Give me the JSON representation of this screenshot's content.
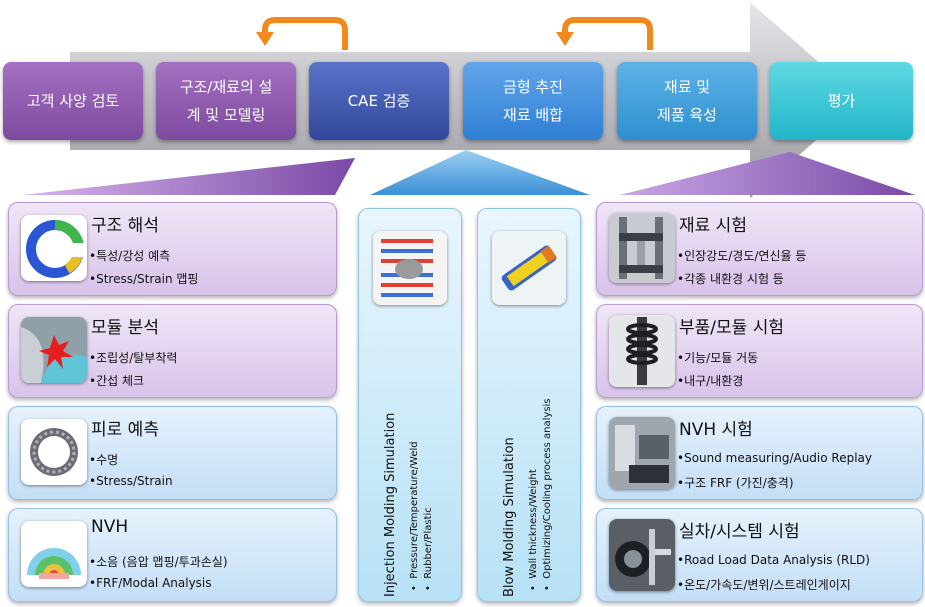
{
  "process": {
    "stages": [
      {
        "label": "고객 사양 검토"
      },
      {
        "label": "구조/재료의 설\n계 및 모델링"
      },
      {
        "label": "CAE 검증"
      },
      {
        "label": "금형 추진\n재료 배합"
      },
      {
        "label": "재료 및\n제품 육성"
      },
      {
        "label": "평가"
      }
    ]
  },
  "left_cards": [
    {
      "title": "구조 해석",
      "b1": "•특성/강성 예측",
      "b2": "•Stress/Strain 맵핑",
      "icon": "fea-model-icon"
    },
    {
      "title": "모듈 분석",
      "b1": "•조립성/탈부착력",
      "b2": "•간섭 체크",
      "icon": "interference-icon"
    },
    {
      "title": "피로 예측",
      "b1": "•수명",
      "b2": "•Stress/Strain",
      "icon": "bearing-ring-icon"
    },
    {
      "title": "NVH",
      "b1": "•소음 (음압 맵핑/투과손실)",
      "b2": "•FRF/Modal Analysis",
      "icon": "noise-map-icon"
    }
  ],
  "center": {
    "injection": {
      "title": "Injection Molding Simulation",
      "b1": "Pressure/Temperature/Weld",
      "b2": "Rubber/Plastic",
      "bullet": "•"
    },
    "blow": {
      "title": "Blow Molding Simulation",
      "b1": "Wall thickness/Weight",
      "b2": "Optimizing/Cooling process analysis",
      "bullet": "•"
    }
  },
  "right_cards": [
    {
      "title": "재료 시험",
      "b1": "•인장강도/경도/연신율 등",
      "b2": "•각종 내환경 시험 등",
      "icon": "tensile-tester-icon"
    },
    {
      "title": "부품/모듈 시험",
      "b1": "•기능/모듈 거동",
      "b2": "•내구/내환경",
      "icon": "shock-absorber-icon"
    },
    {
      "title": "NVH 시험",
      "b1": "•Sound measuring/Audio Replay",
      "b2": "•구조 FRF (가진/충격)",
      "icon": "nvh-rig-icon"
    },
    {
      "title": "실차/시스템 시험",
      "b1": "•Road Load Data Analysis (RLD)",
      "b2": "•온도/가속도/변위/스트레인게이지",
      "icon": "vehicle-test-icon"
    }
  ],
  "colors": {
    "purple": "#8a58aa",
    "blue": "#3d55aa",
    "teal": "#27bccd",
    "orange": "#f08a1d"
  }
}
